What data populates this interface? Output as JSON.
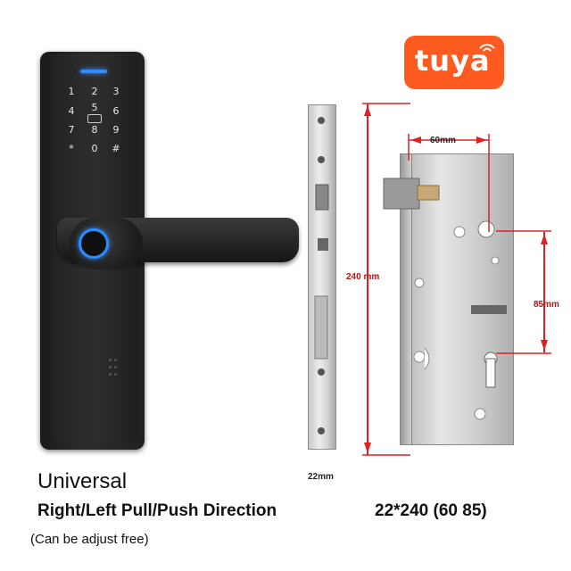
{
  "brand": {
    "logo_text": "tuya",
    "color": "#ff5a1f"
  },
  "keypad": {
    "keys": [
      "1",
      "2",
      "3",
      "4",
      "5",
      "6",
      "7",
      "8",
      "9",
      "*",
      "0",
      "#"
    ]
  },
  "dimensions": {
    "width_top": "60mm",
    "height": "240 mm",
    "spindle_to_cylinder": "85mm",
    "faceplate_width": "22mm"
  },
  "captions": {
    "title": "Universal",
    "direction": "Right/Left Pull/Push Direction",
    "size": "22*240 (60 85)",
    "note": "(Can be adjust free)"
  },
  "colors": {
    "accent_blue": "#2f8cff",
    "dimension_red": "#e02020",
    "lock_body": "#222222"
  }
}
